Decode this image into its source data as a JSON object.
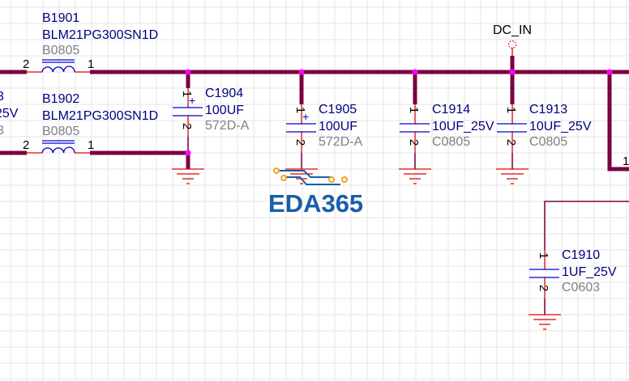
{
  "net_label": "DC_IN",
  "colors": {
    "wire": "#7a0040",
    "pin": "#e00000",
    "symbol": "#0000d0",
    "designator": "#000080",
    "footprint": "#808080",
    "junction": "#ff00ff",
    "grid": "#e6e6e6"
  },
  "partial_left": {
    "line1": "3",
    "line2": "25V",
    "line3": "3"
  },
  "inductors": [
    {
      "ref": "B1901",
      "value": "BLM21PG300SN1D",
      "footprint": "B0805",
      "pin_left": "2",
      "pin_right": "1"
    },
    {
      "ref": "B1902",
      "value": "BLM21PG300SN1D",
      "footprint": "B0805",
      "pin_left": "2",
      "pin_right": "1"
    }
  ],
  "capacitors": [
    {
      "ref": "C1904",
      "value": "100UF",
      "footprint": "572D-A",
      "pin_top": "1",
      "pin_bottom": "2",
      "polarized": true
    },
    {
      "ref": "C1905",
      "value": "100UF",
      "footprint": "572D-A",
      "pin_top": "1",
      "pin_bottom": "2",
      "polarized": true
    },
    {
      "ref": "C1914",
      "value": "10UF_25V",
      "footprint": "C0805",
      "pin_top": "1",
      "pin_bottom": "2",
      "polarized": false
    },
    {
      "ref": "C1913",
      "value": "10UF_25V",
      "footprint": "C0805",
      "pin_top": "1",
      "pin_bottom": "2",
      "polarized": false
    },
    {
      "ref": "C1910",
      "value": "1UF_25V",
      "footprint": "C0603",
      "pin_top": "1",
      "pin_bottom": "2",
      "polarized": false
    }
  ],
  "right_pin": "1",
  "plus_sign": "+",
  "logo": {
    "text": "EDA365"
  }
}
